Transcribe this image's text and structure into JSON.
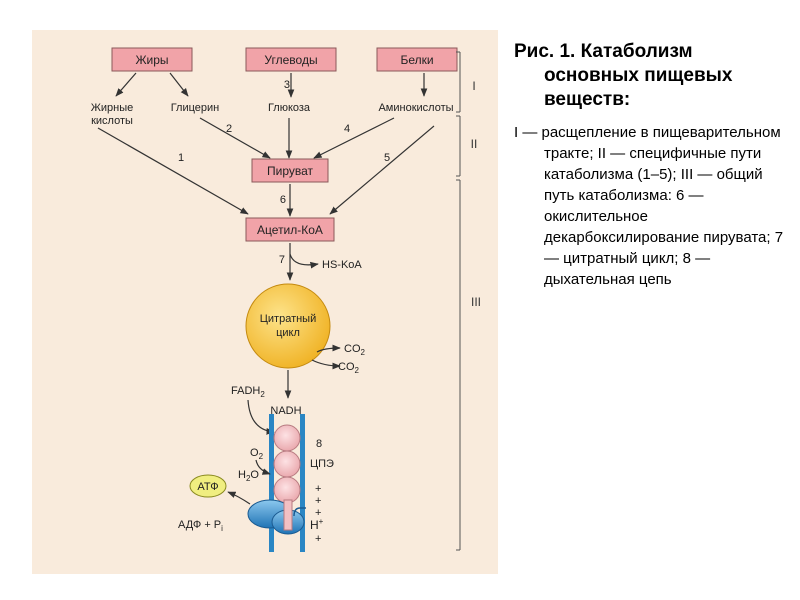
{
  "figure": {
    "boxes": {
      "fats": "Жиры",
      "carbs": "Углеводы",
      "proteins": "Белки",
      "pyruvate": "Пируват",
      "acetyl": "Ацетил-КоА"
    },
    "labels": {
      "fatty_acids_1": "Жирные",
      "fatty_acids_2": "кислоты",
      "glycerol": "Глицерин",
      "glucose": "Глюкоза",
      "amino_acids": "Аминокислоты",
      "hskoa": "HS-KoA",
      "citrate_1": "Цитратный",
      "citrate_2": "цикл",
      "co2_a": "CO",
      "co2_b": "CO",
      "sub2": "2",
      "fadh": "FADH",
      "nadh": "NADH",
      "o2": "O",
      "h2o_h": "H",
      "h2o_o": "O",
      "cpe": "ЦПЭ",
      "atp": "АТФ",
      "adp": "АДФ + P",
      "pi_sub": "i",
      "h_plus": "H",
      "plus": "+"
    },
    "numbers": [
      "1",
      "2",
      "3",
      "4",
      "5",
      "6",
      "7",
      "8"
    ],
    "stages": [
      "I",
      "II",
      "III"
    ]
  },
  "caption": {
    "title": "Рис. 1. Катаболизм основных пищевых веществ:",
    "body": "I — расщепление в пищеварительном тракте; II — специфичные пути катаболизма (1–5); III — общий путь катаболизма: 6 — окислительное декарбоксилирование пирувата; 7 — цитратный цикл; 8 — дыхательная цепь"
  },
  "colors": {
    "background": "#f9ebdc",
    "box_fill": "#f1a3a8",
    "citrate_fill": "#f6c334",
    "membrane": "#2a86c4",
    "complex": "#f2c0c3",
    "atp_fill": "#f0ee80"
  }
}
